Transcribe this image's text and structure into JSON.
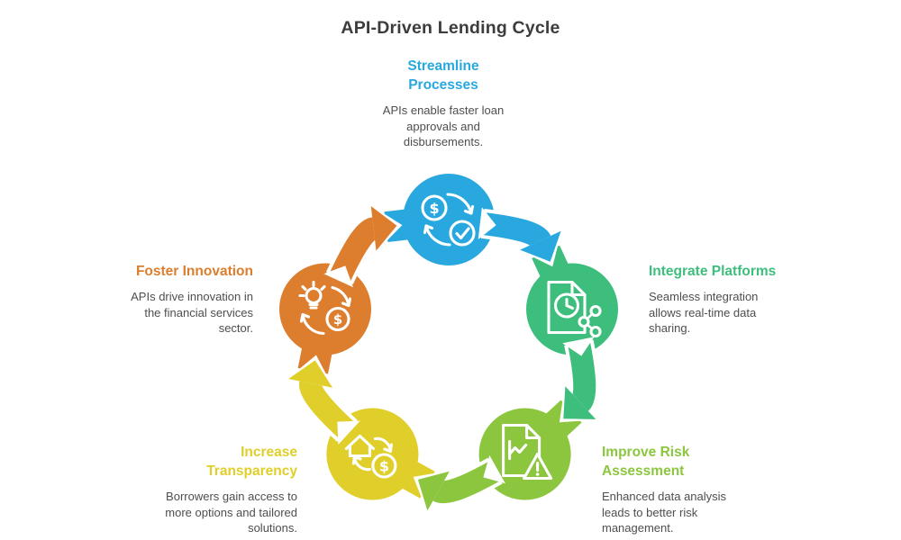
{
  "title": "API-Driven Lending Cycle",
  "colors": {
    "title_text": "#3c3c3c",
    "body_text": "#4e4e4e",
    "background": "#ffffff"
  },
  "nodes": [
    {
      "id": "streamline-processes",
      "heading": "Streamline\nProcesses",
      "body": "APIs enable faster loan\napprovals and\ndisbursements.",
      "color": "#29A8DF",
      "icon": "money-cycle-check-icon"
    },
    {
      "id": "integrate-platforms",
      "heading": "Integrate Platforms",
      "body": "Seamless integration\nallows real-time data\nsharing.",
      "color": "#3EBE7D",
      "icon": "document-clock-share-icon"
    },
    {
      "id": "improve-risk-assessment",
      "heading": "Improve Risk\nAssessment",
      "body": "Enhanced data analysis\nleads to better risk\nmanagement.",
      "color": "#8CC63F",
      "icon": "chart-document-warning-icon"
    },
    {
      "id": "increase-transparency",
      "heading": "Increase\nTransparency",
      "body": "Borrowers gain access to\nmore options and tailored\nsolutions.",
      "color": "#E0CF2B",
      "icon": "house-money-exchange-icon"
    },
    {
      "id": "foster-innovation",
      "heading": "Foster Innovation",
      "body": "APIs drive innovation in\nthe financial services\nsector.",
      "color": "#DC7E2E",
      "icon": "lightbulb-money-cycle-icon"
    }
  ]
}
